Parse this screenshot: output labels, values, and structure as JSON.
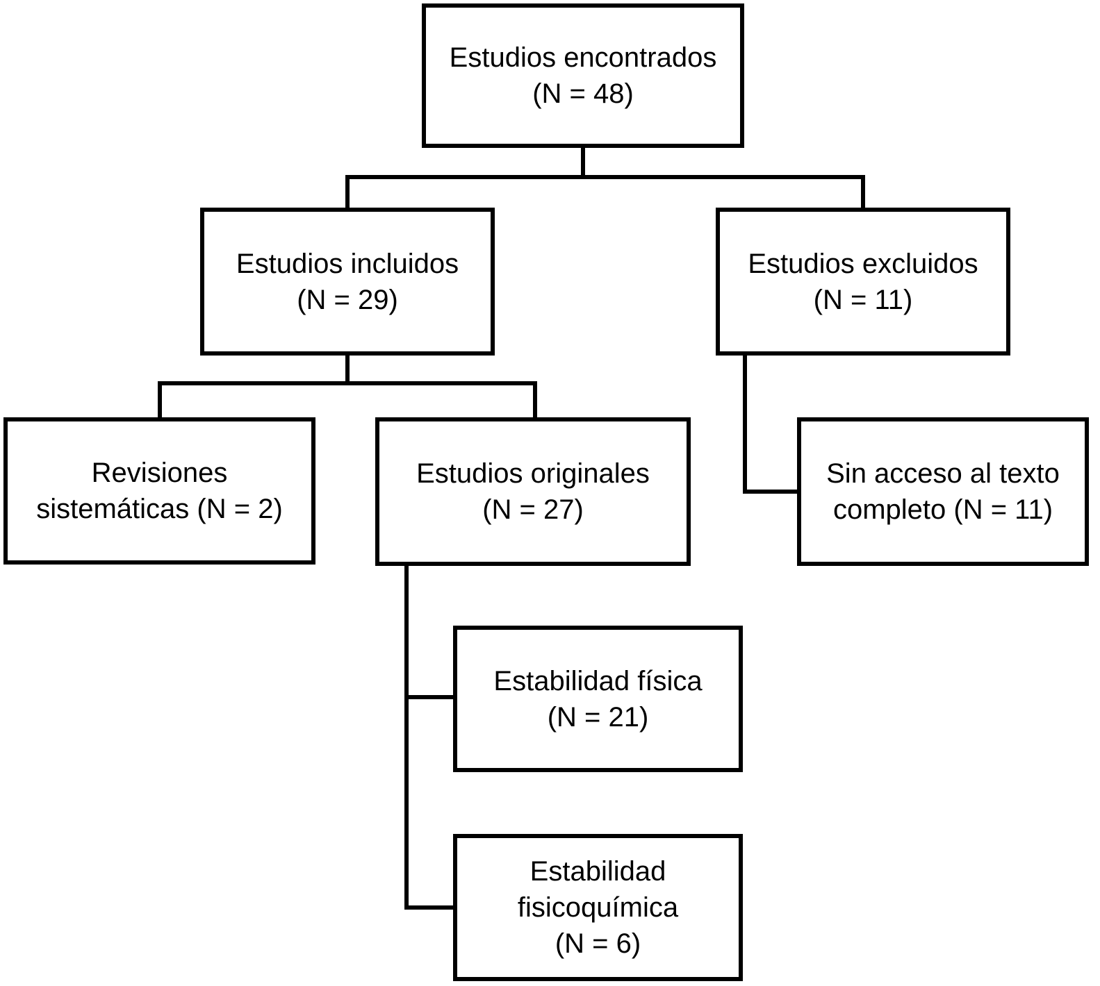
{
  "diagram": {
    "type": "flowchart",
    "language": "es",
    "colors": {
      "background": "#ffffff",
      "box_fill": "#ffffff",
      "line": "#000000",
      "text": "#000000"
    },
    "nodes": {
      "found": {
        "label": "Estudios encontrados",
        "n": 48,
        "lines": [
          "Estudios encontrados",
          "(N = 48)"
        ]
      },
      "included": {
        "label": "Estudios incluidos",
        "n": 29,
        "lines": [
          "Estudios incluidos",
          "(N = 29)"
        ]
      },
      "excluded": {
        "label": "Estudios excluidos",
        "n": 11,
        "lines": [
          "Estudios excluidos",
          "(N = 11)"
        ]
      },
      "revisiones": {
        "label": "Revisiones sistemáticas",
        "n": 2,
        "lines": [
          "Revisiones",
          "sistemáticas (N = 2)"
        ]
      },
      "originales": {
        "label": "Estudios originales",
        "n": 27,
        "lines": [
          "Estudios originales",
          "(N = 27)"
        ]
      },
      "sin_acceso": {
        "label": "Sin acceso al texto completo",
        "n": 11,
        "lines": [
          "Sin acceso al texto",
          "completo (N = 11)"
        ]
      },
      "fisica": {
        "label": "Estabilidad física",
        "n": 21,
        "lines": [
          "Estabilidad física",
          "(N = 21)"
        ]
      },
      "fisicoquimica": {
        "label": "Estabilidad fisicoquímica",
        "n": 6,
        "lines": [
          "Estabilidad",
          "fisicoquímica",
          "(N = 6)"
        ]
      }
    },
    "edges": [
      {
        "from": "found",
        "to": "included"
      },
      {
        "from": "found",
        "to": "excluded"
      },
      {
        "from": "included",
        "to": "revisiones"
      },
      {
        "from": "included",
        "to": "originales"
      },
      {
        "from": "excluded",
        "to": "sin_acceso"
      },
      {
        "from": "originales",
        "to": "fisica"
      },
      {
        "from": "originales",
        "to": "fisicoquimica"
      }
    ]
  }
}
